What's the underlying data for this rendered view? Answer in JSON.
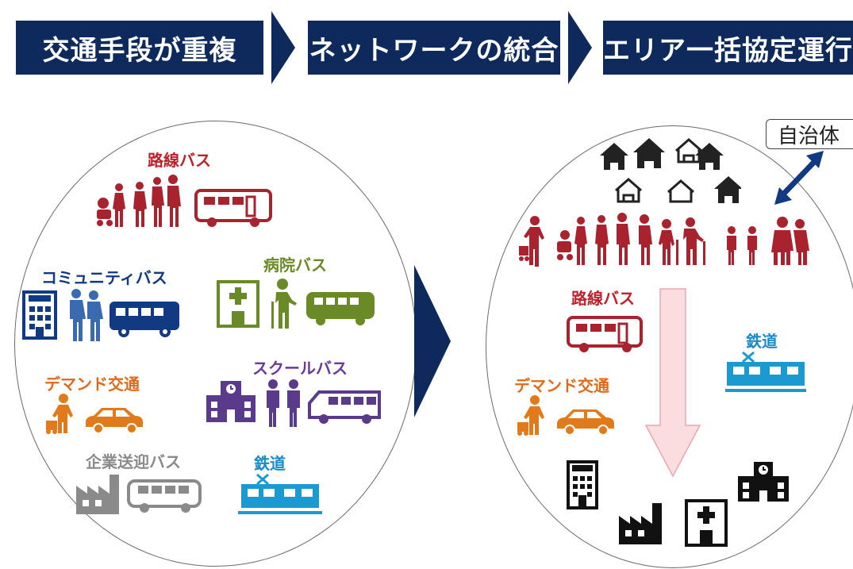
{
  "steps": [
    {
      "label": "交通手段が重複"
    },
    {
      "label": "ネットワークの統合"
    },
    {
      "label": "エリア一括協定運行"
    }
  ],
  "left": {
    "route_bus": "路線バス",
    "community_bus": "コミュニティバス",
    "hospital_bus": "病院バス",
    "demand_transport": "デマンド交通",
    "school_bus": "スクールバス",
    "company_bus": "企業送迎バス",
    "railway": "鉄道"
  },
  "right": {
    "municipality": "自治体",
    "route_bus": "路線バス",
    "railway": "鉄道",
    "demand_transport": "デマンド交通"
  },
  "colors": {
    "navy": "#0e2a5c",
    "route_bus": "#a8232e",
    "community": "#123a82",
    "hospital": "#6a8a28",
    "demand": "#e07a1a",
    "school": "#5a3a8a",
    "company": "#8a8a8a",
    "railway": "#1a9ad0"
  }
}
